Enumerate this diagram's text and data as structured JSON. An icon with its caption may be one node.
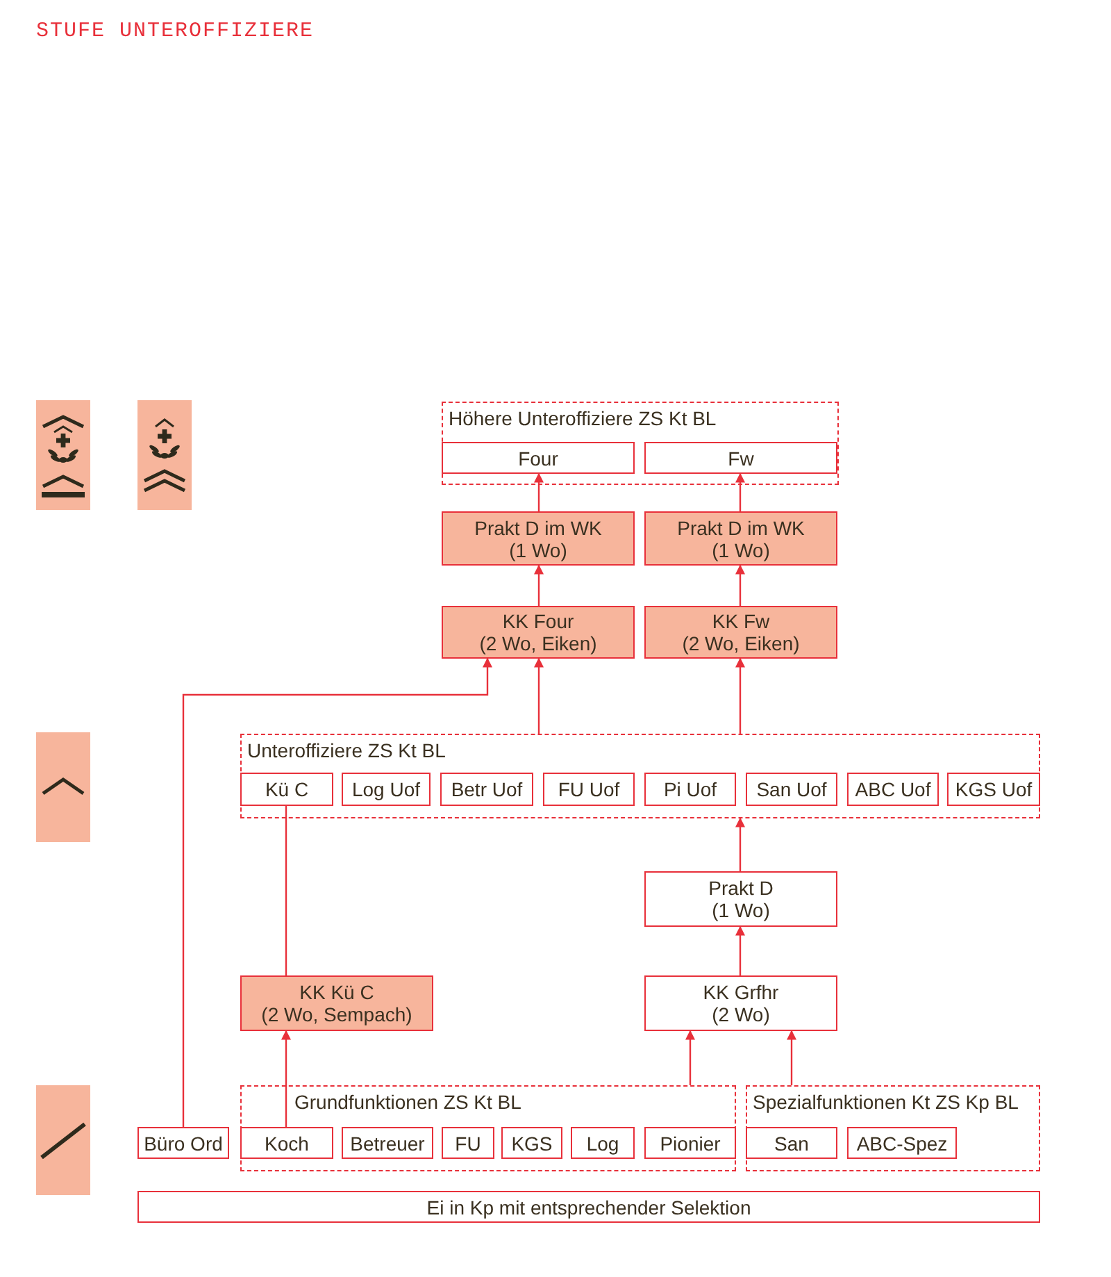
{
  "diagram": {
    "title": "STUFE UNTEROFFIZIERE",
    "nodes": [
      {
        "text": [
          "Höhere Unteroffiziere ZS Kt BL"
        ]
      },
      {
        "text": [
          "Four"
        ],
        "in": 0
      },
      {
        "text": [
          "Fw"
        ],
        "in": 0
      },
      {
        "text": [
          "Prakt D im WK (1 Wo)"
        ]
      },
      {
        "text": [
          "Prakt D im WK (1 Wo)"
        ]
      },
      {
        "text": [
          "KK Four (2 Wo, Eiken)"
        ]
      },
      {
        "text": [
          "KK Fw (2 Wo, Eiken)"
        ]
      },
      {
        "text": [
          "Unteroffiziere ZS Kt BL"
        ]
      },
      {
        "text": [
          "Kü C"
        ],
        "in": 7
      },
      {
        "text": [
          "Log Uof"
        ],
        "in": 7
      },
      {
        "text": [
          "Betr Uof"
        ],
        "in": 7
      },
      {
        "text": [
          "FU Uof"
        ],
        "in": 7
      },
      {
        "text": [
          "Pi Uof"
        ],
        "in": 7
      },
      {
        "text": [
          "San Uof"
        ],
        "in": 7
      },
      {
        "text": [
          "ABC Uof"
        ],
        "in": 7
      },
      {
        "text": [
          "KGS Uof"
        ],
        "in": 7
      },
      {
        "text": [
          "Prakt D (1 Wo)"
        ]
      },
      {
        "text": [
          "KK Kü C (2 Wo, Sempach)"
        ]
      },
      {
        "text": [
          "KK Grfhr (2 Wo)"
        ]
      },
      {
        "text": [
          "Grundfunktionen ZS Kt BL"
        ]
      },
      {
        "text": [
          "Koch"
        ],
        "in": 19
      },
      {
        "text": [
          "Betreuer"
        ],
        "in": 19
      },
      {
        "text": [
          "FU"
        ],
        "in": 19
      },
      {
        "text": [
          "KGS"
        ],
        "in": 19
      },
      {
        "text": [
          "Log"
        ],
        "in": 19
      },
      {
        "text": [
          "Pionier"
        ],
        "in": 19
      },
      {
        "text": [
          "Spezialfunktionen Kt ZS Kp BL"
        ]
      },
      {
        "text": [
          "San"
        ],
        "in": 26
      },
      {
        "text": [
          "ABC-Spez"
        ],
        "in": 26
      },
      {
        "text": [
          "Büro Ord"
        ]
      },
      {
        "text": [
          "Ei in Kp mit entsprechender Selektion"
        ]
      }
    ],
    "edges": [
      {
        "from": 3,
        "to": 1,
        "arrow": "to"
      },
      {
        "from": 4,
        "to": 2,
        "arrow": "to"
      },
      {
        "from": 5,
        "to": 3,
        "arrow": "to"
      },
      {
        "from": 6,
        "to": 4,
        "arrow": "to"
      },
      {
        "from": 7,
        "to": 5,
        "arrow": "to"
      },
      {
        "from": 7,
        "to": 6,
        "arrow": "to"
      },
      {
        "from": 29,
        "to": 5,
        "arrow": "to"
      },
      {
        "from": 20,
        "to": 17,
        "arrow": "to"
      },
      {
        "from": 17,
        "to": 8,
        "arrow": "none"
      },
      {
        "from": 16,
        "to": 7,
        "arrow": "to"
      },
      {
        "from": 18,
        "to": 16,
        "arrow": "to"
      },
      {
        "from": 19,
        "to": 18,
        "arrow": "to"
      },
      {
        "from": 26,
        "to": 18,
        "arrow": "to"
      }
    ]
  }
}
